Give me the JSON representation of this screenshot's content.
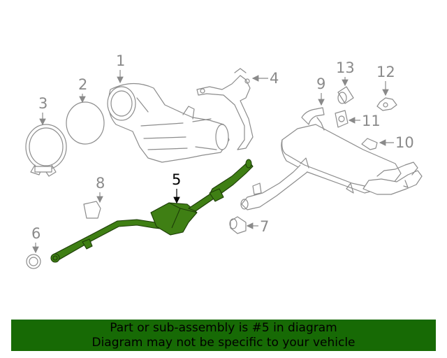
{
  "callouts": [
    {
      "id": "1",
      "label": "1"
    },
    {
      "id": "2",
      "label": "2"
    },
    {
      "id": "3",
      "label": "3"
    },
    {
      "id": "4",
      "label": "4"
    },
    {
      "id": "5",
      "label": "5",
      "highlighted": true
    },
    {
      "id": "6",
      "label": "6"
    },
    {
      "id": "7",
      "label": "7"
    },
    {
      "id": "8",
      "label": "8"
    },
    {
      "id": "9",
      "label": "9"
    },
    {
      "id": "10",
      "label": "10"
    },
    {
      "id": "11",
      "label": "11"
    },
    {
      "id": "12",
      "label": "12"
    },
    {
      "id": "13",
      "label": "13"
    }
  ],
  "colors": {
    "highlight": "#3f7f14",
    "banner": "#176a05",
    "line": "#8c8c8c"
  },
  "banner": {
    "line1": "Part or sub-assembly is #5 in diagram",
    "line2": "Diagram may not be specific to your vehicle"
  }
}
